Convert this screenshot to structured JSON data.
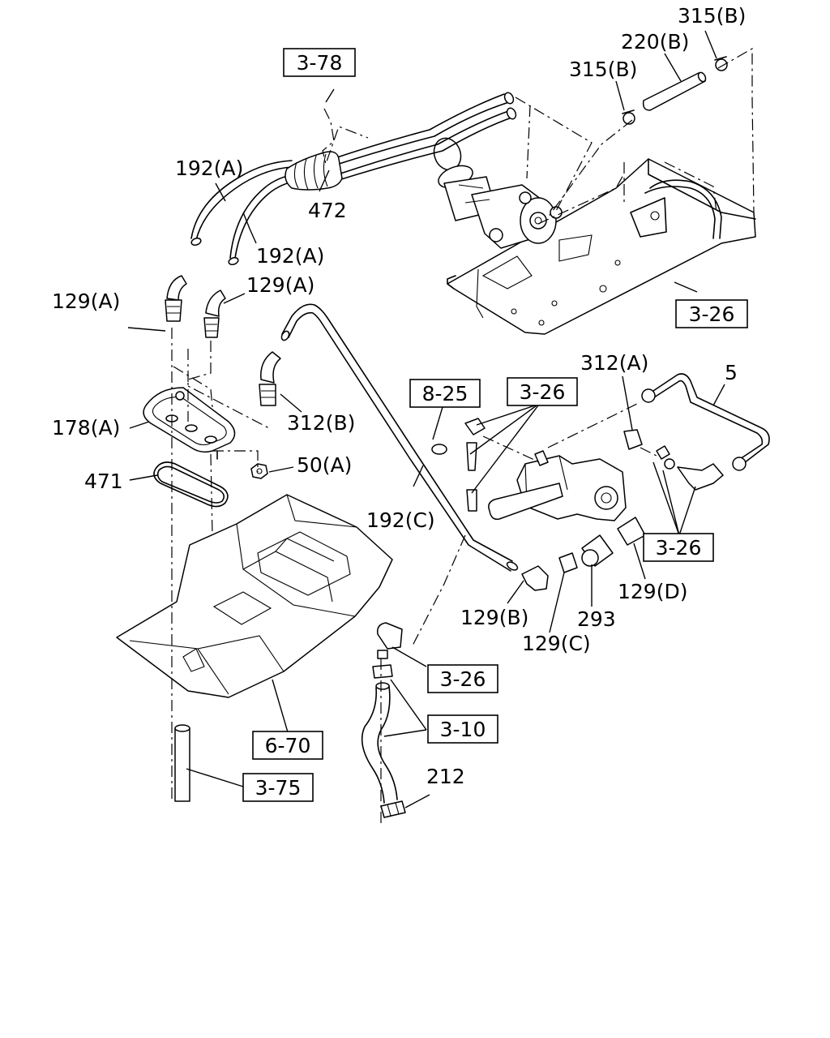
{
  "part_labels": {
    "p315b_top": "315(B)",
    "p220b": "220(B)",
    "p315b": "315(B)",
    "p192a_1": "192(A)",
    "p472": "472",
    "p192a_2": "192(A)",
    "p129a_1": "129(A)",
    "p129a_2": "129(A)",
    "p178a": "178(A)",
    "p312b": "312(B)",
    "p471": "471",
    "p50a": "50(A)",
    "p192c": "192(C)",
    "p312a": "312(A)",
    "p5": "5",
    "p129b": "129(B)",
    "p293": "293",
    "p129c": "129(C)",
    "p129d": "129(D)",
    "p212": "212"
  },
  "ref_labels": {
    "r378": "3-78",
    "r326_top": "3-26",
    "r825": "8-25",
    "r326_mid": "3-26",
    "r326_right": "3-26",
    "r326_low": "3-26",
    "r310": "3-10",
    "r670": "6-70",
    "r375": "3-75"
  }
}
